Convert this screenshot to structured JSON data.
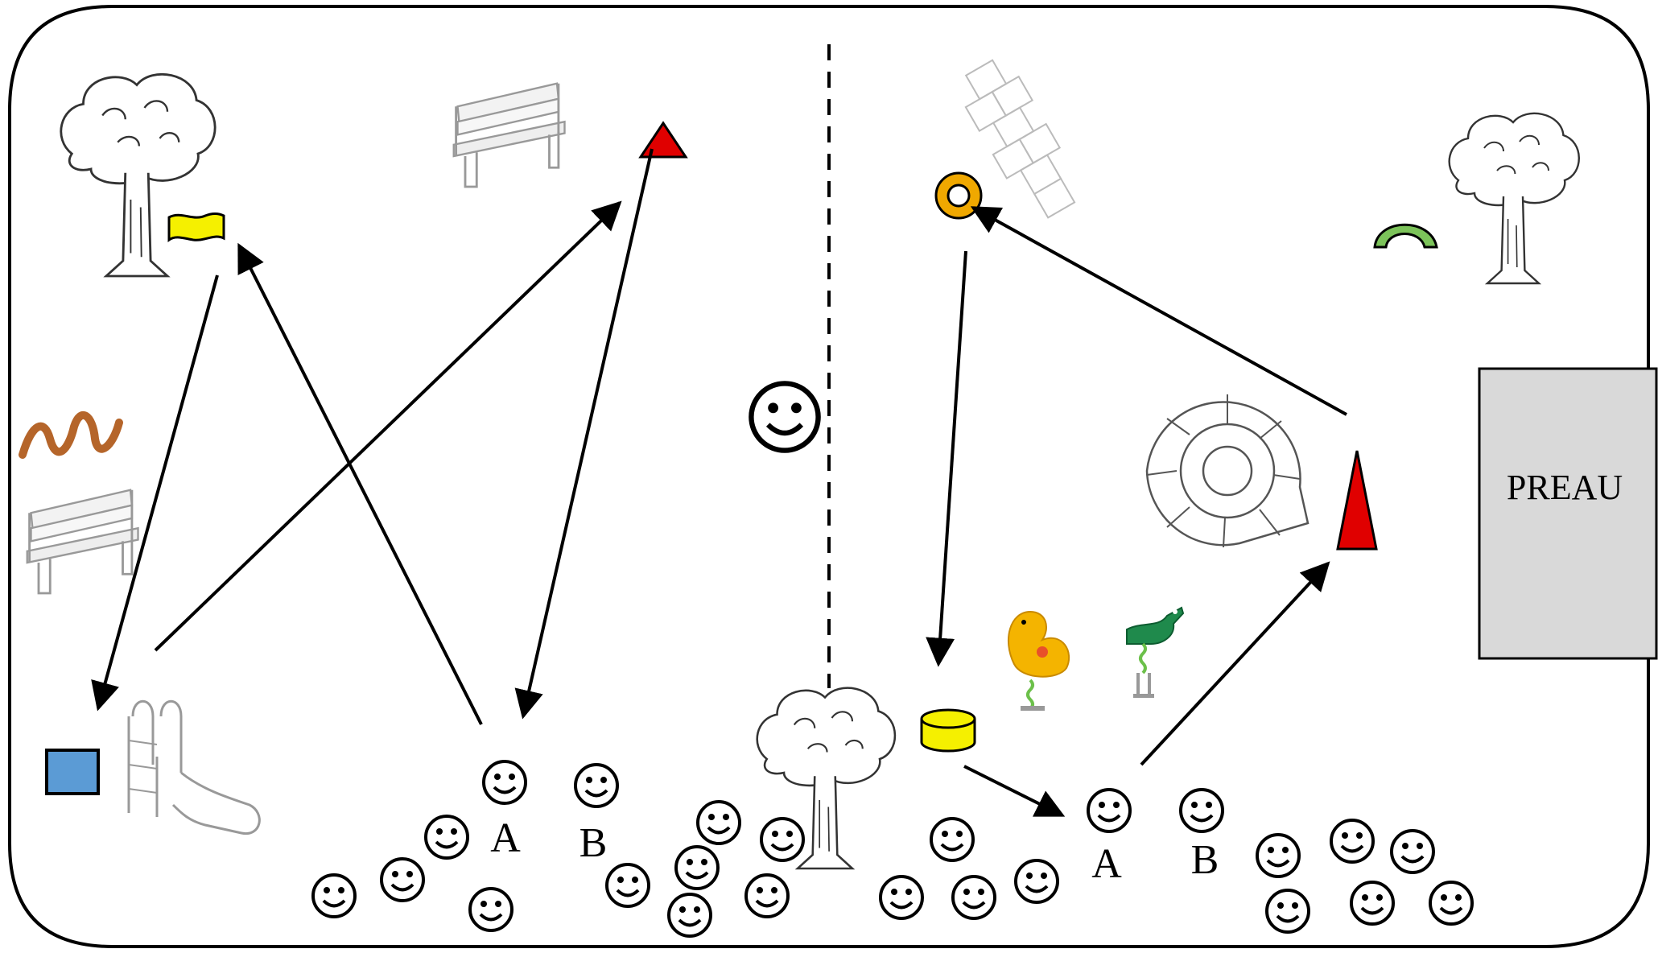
{
  "labels": {
    "preau": "PREAU",
    "left_a": "A",
    "left_b": "B",
    "right_a": "A",
    "right_b": "B"
  },
  "colors": {
    "flag": "#f5f000",
    "square": "#5b9bd5",
    "cone": "#e00000",
    "ring": "#f0a800",
    "arch": "#7cc35a",
    "zigzag": "#b5652a",
    "cylinder": "#f5f000",
    "building": "#d9d9d9"
  },
  "icons": {
    "tree": "tree-icon",
    "bench": "bench-icon",
    "slide": "slide-icon",
    "hopscotch": "hopscotch-icon",
    "snail_hopscotch": "snail-hopscotch-icon",
    "spring_duck": "spring-rider-duck-icon",
    "spring_croc": "spring-rider-crocodile-icon",
    "smiley": "smiley-face-icon"
  }
}
